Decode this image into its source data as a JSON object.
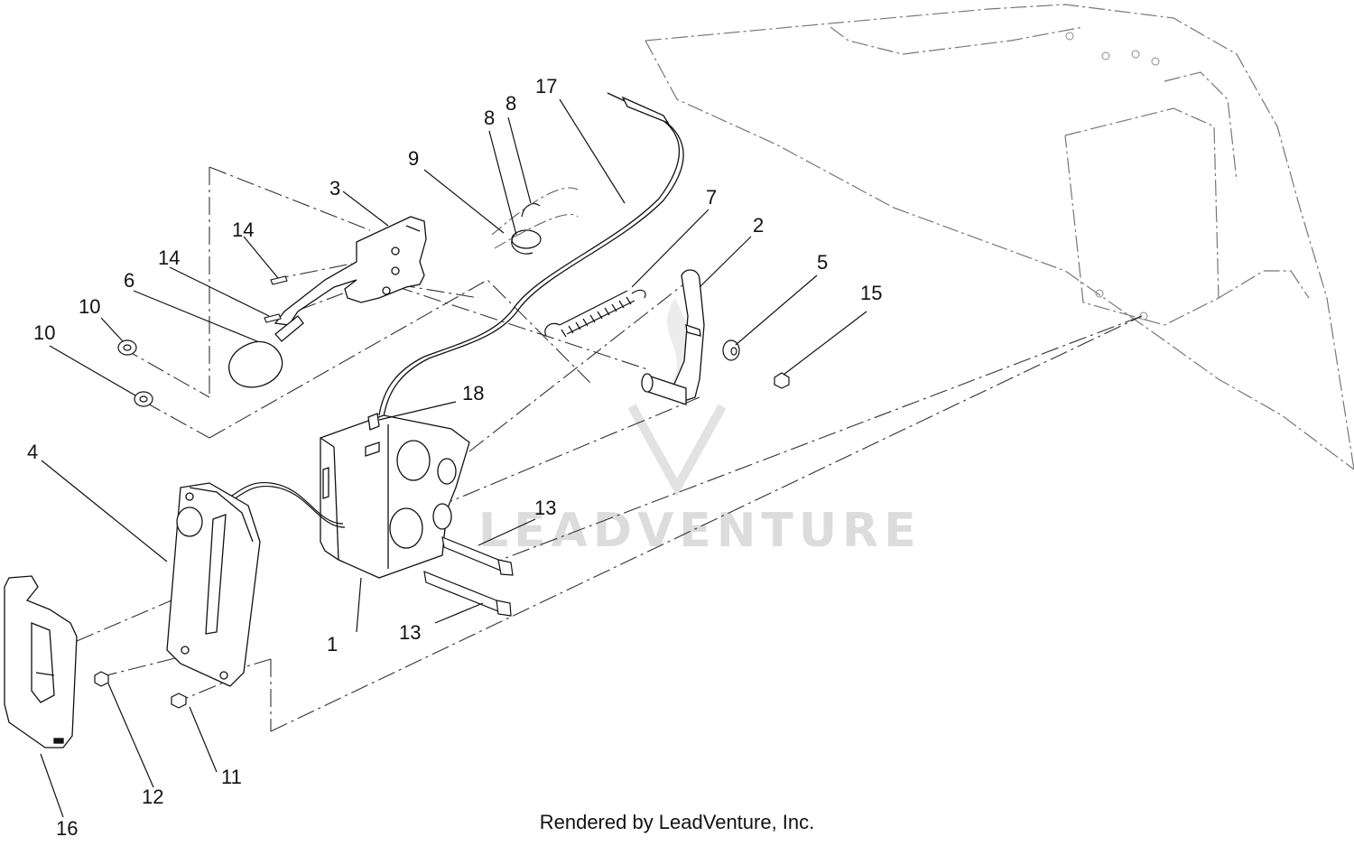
{
  "callouts": [
    {
      "id": "c1",
      "label": "1"
    },
    {
      "id": "c2",
      "label": "2"
    },
    {
      "id": "c3",
      "label": "3"
    },
    {
      "id": "c4",
      "label": "4"
    },
    {
      "id": "c5",
      "label": "5"
    },
    {
      "id": "c6",
      "label": "6"
    },
    {
      "id": "c7",
      "label": "7"
    },
    {
      "id": "c8a",
      "label": "8"
    },
    {
      "id": "c8b",
      "label": "8"
    },
    {
      "id": "c9",
      "label": "9"
    },
    {
      "id": "c10a",
      "label": "10"
    },
    {
      "id": "c10b",
      "label": "10"
    },
    {
      "id": "c11",
      "label": "11"
    },
    {
      "id": "c12",
      "label": "12"
    },
    {
      "id": "c13a",
      "label": "13"
    },
    {
      "id": "c13b",
      "label": "13"
    },
    {
      "id": "c14a",
      "label": "14"
    },
    {
      "id": "c14b",
      "label": "14"
    },
    {
      "id": "c15",
      "label": "15"
    },
    {
      "id": "c16",
      "label": "16"
    },
    {
      "id": "c17",
      "label": "17"
    },
    {
      "id": "c18",
      "label": "18"
    }
  ],
  "watermark": "LEADVENTURE",
  "footer": "Rendered by LeadVenture, Inc."
}
